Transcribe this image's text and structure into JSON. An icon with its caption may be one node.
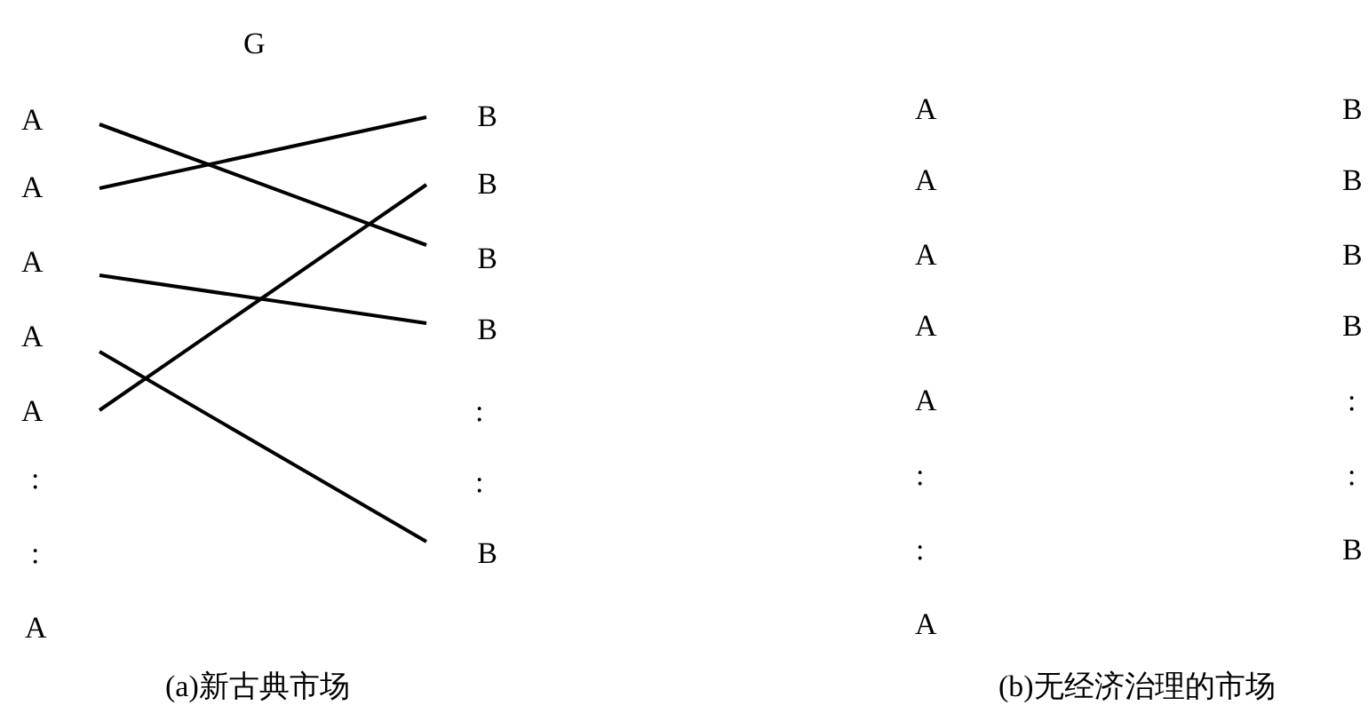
{
  "diagram": {
    "nodes": [
      {
        "text": [
          "A"
        ]
      },
      {
        "text": [
          "A"
        ]
      },
      {
        "text": [
          "A"
        ]
      },
      {
        "text": [
          "A"
        ]
      },
      {
        "text": [
          "A"
        ]
      },
      {
        "text": [
          "B"
        ]
      },
      {
        "text": [
          "B"
        ]
      },
      {
        "text": [
          "B"
        ]
      },
      {
        "text": [
          "B"
        ]
      },
      {
        "text": [
          "B"
        ]
      }
    ],
    "edges": [
      {
        "from": 0,
        "to": 7,
        "arrow": "none"
      },
      {
        "from": 1,
        "to": 5,
        "arrow": "none"
      },
      {
        "from": 2,
        "to": 8,
        "arrow": "none"
      },
      {
        "from": 3,
        "to": 9,
        "arrow": "none"
      },
      {
        "from": 4,
        "to": 6,
        "arrow": "none"
      }
    ],
    "labels": [
      "G",
      ":",
      ":",
      "A",
      ":",
      ":",
      "A",
      "A",
      "A",
      "A",
      "A",
      ":",
      ":",
      "A",
      "B",
      "B",
      "B",
      "B",
      ":",
      ":",
      "B",
      "(a)新古典市场",
      "(b)无经济治理的市场"
    ]
  }
}
